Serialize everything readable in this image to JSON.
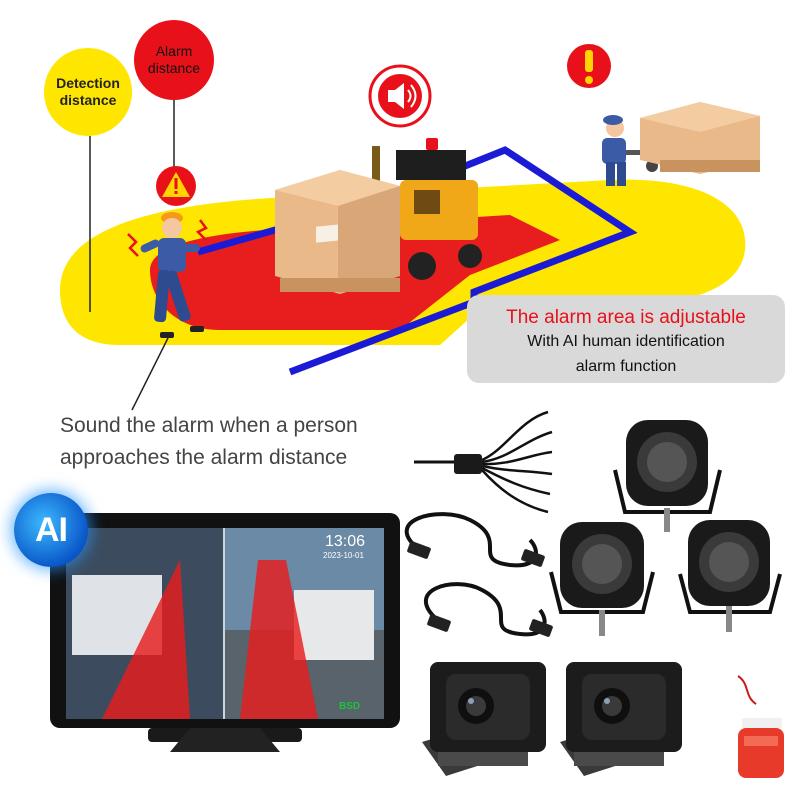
{
  "labels": {
    "detection_distance": "Detection distance",
    "alarm_distance": "Alarm distance",
    "alarm_area_adjustable": "The alarm area is adjustable",
    "ai_identification_line1": "With AI human identification",
    "ai_identification_line2": "alarm function",
    "caption_line1": "Sound the alarm when a person",
    "caption_line2": "approaches the alarm distance",
    "ai_badge": "AI"
  },
  "monitor": {
    "time": "13:06",
    "date": "2023-10-01",
    "bsd_label": "BSD"
  },
  "icons": [
    "warning-exclamation-icon",
    "speaker-sound-icon",
    "warning-triangle-icon",
    "beacon-light-icon"
  ],
  "colors": {
    "alarm_red": "#e8111a",
    "detection_yellow": "#ffe600",
    "boundary_blue": "#1b1bd6",
    "ai_blue": "#0a58c9",
    "bsd_green": "#1dc33a"
  }
}
